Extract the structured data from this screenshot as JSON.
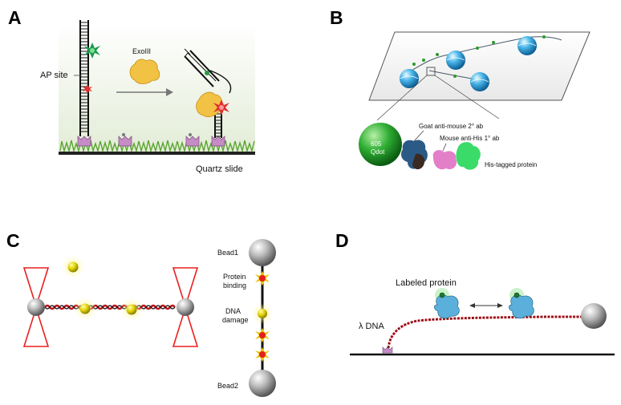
{
  "panels": {
    "a": {
      "letter": "A",
      "ap_site": "AP site",
      "enzyme": "ExoIII",
      "surface": "Quartz slide"
    },
    "b": {
      "letter": "B",
      "qdot_line1": "605",
      "qdot_line2": "Qdot",
      "secondary_ab": "Goat anti-mouse 2° ab",
      "primary_ab": "Mouse anti-His 1° ab",
      "tagged_protein": "His-tagged protein"
    },
    "c": {
      "letter": "C",
      "bead_top": "Bead1",
      "bead_bottom": "Bead2",
      "binding_line1": "Protein",
      "binding_line2": "binding",
      "damage_line1": "DNA",
      "damage_line2": "damage"
    },
    "d": {
      "letter": "D",
      "labeled_protein": "Labeled protein",
      "lambda_dna": "λ DNA"
    }
  },
  "colors": {
    "dna_red": "#c0141c",
    "laser_red": "#e8201f",
    "qdot_green": "#1e9a2a",
    "bead_gray": "#9a9a9a",
    "protein_blue": "#5ab0da",
    "damage_yellow": "#e6d400",
    "grass_green": "#5aa531",
    "enzyme_yellow": "#f2c245",
    "anchor_pink": "#c58cc6"
  }
}
